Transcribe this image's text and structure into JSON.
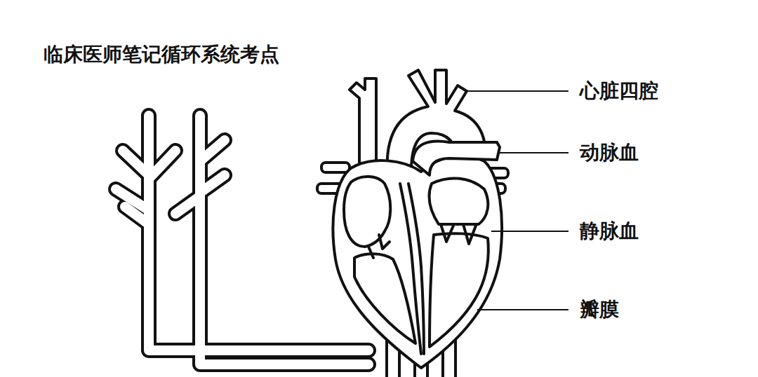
{
  "diagram": {
    "title": "临床医师笔记循环系统考点",
    "labels": [
      "心脏四腔",
      "动脉血",
      "静脉血",
      "瓣膜"
    ]
  }
}
